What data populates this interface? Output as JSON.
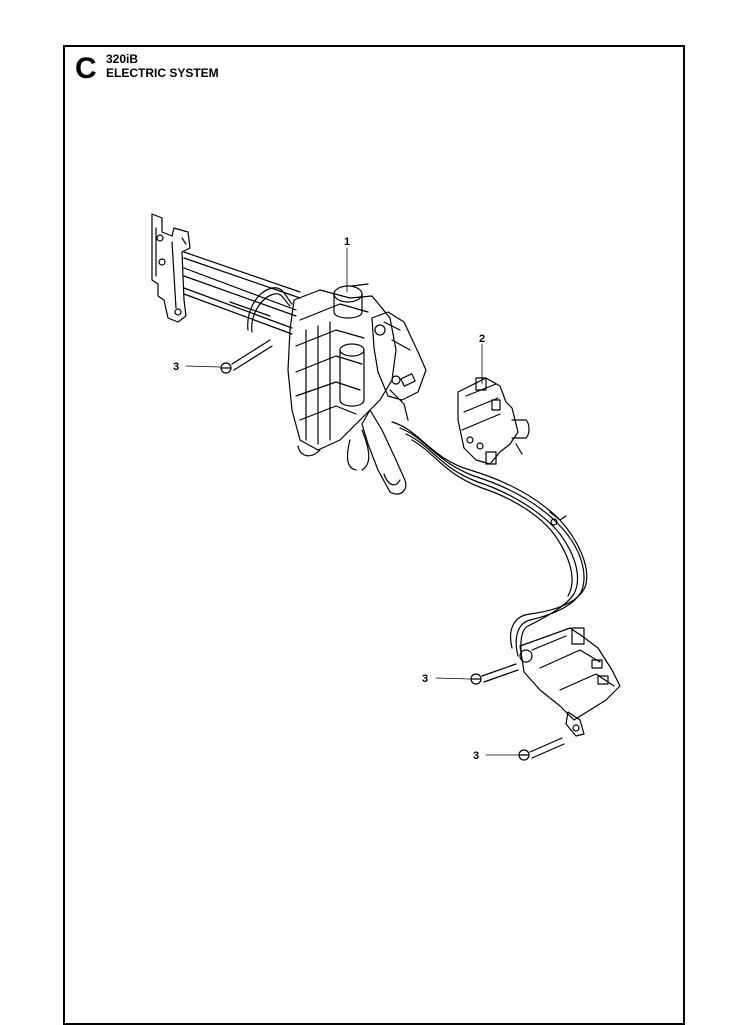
{
  "header": {
    "section_letter": "C",
    "model": "320iB",
    "title": "ELECTRIC SYSTEM"
  },
  "callouts": [
    {
      "id": "c1",
      "label": "1"
    },
    {
      "id": "c2",
      "label": "2"
    },
    {
      "id": "c3a",
      "label": "3"
    },
    {
      "id": "c3b",
      "label": "3"
    },
    {
      "id": "c3c",
      "label": "3"
    }
  ]
}
